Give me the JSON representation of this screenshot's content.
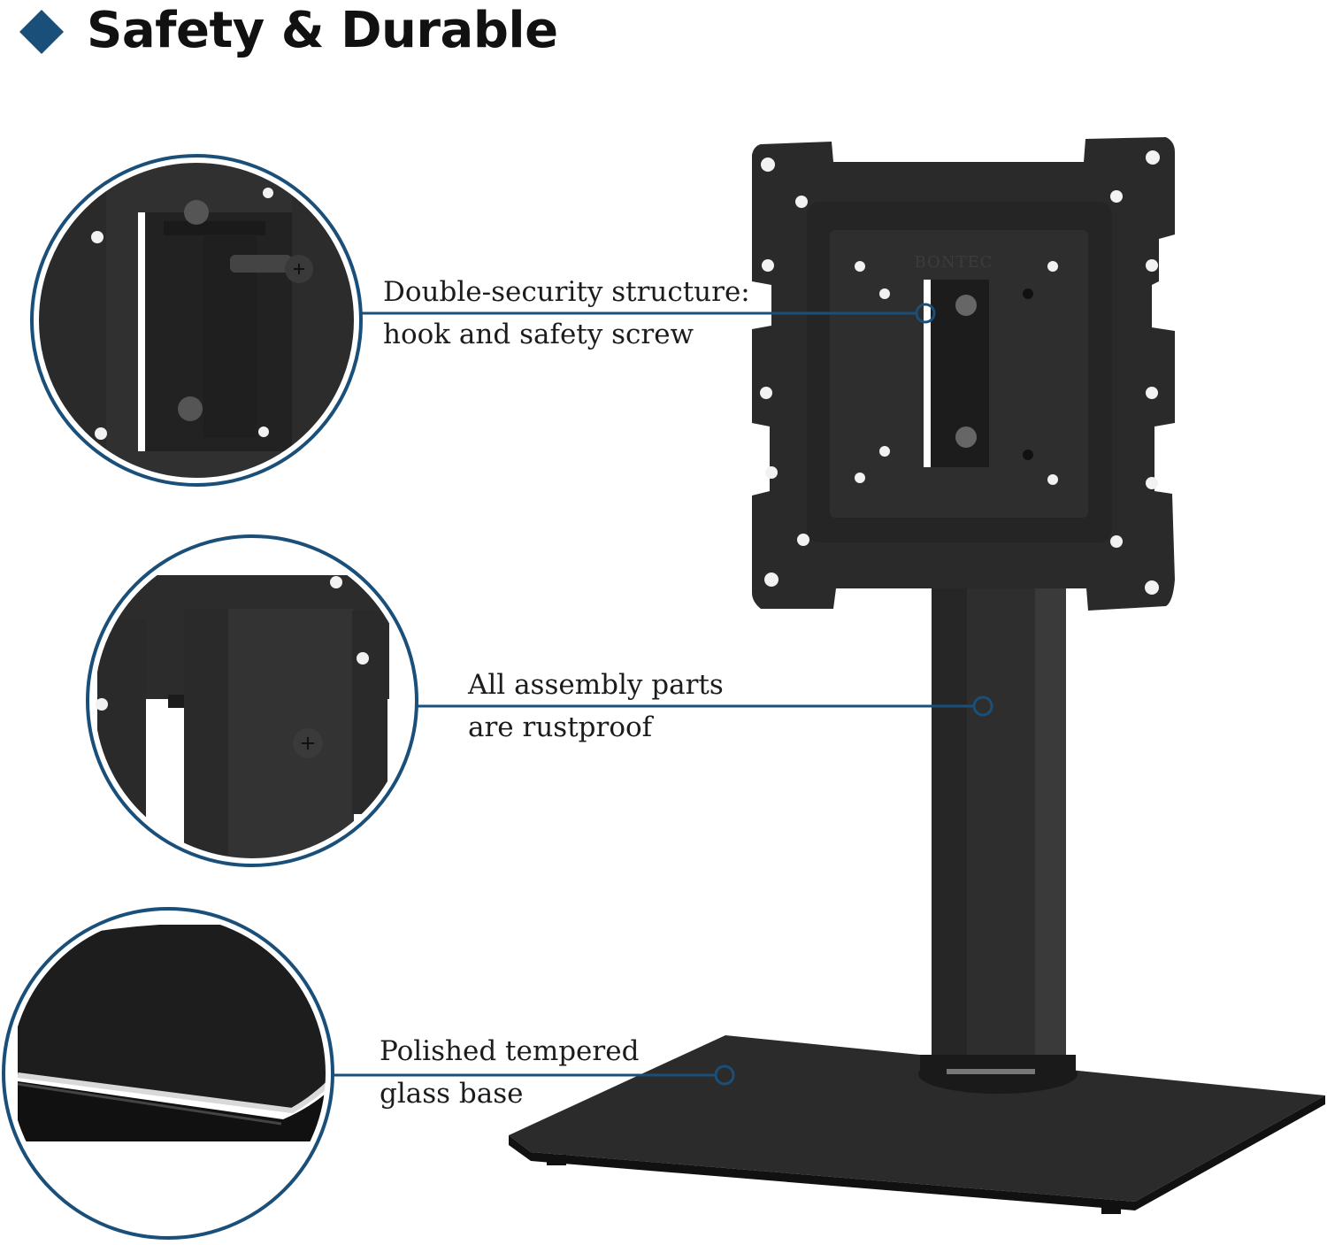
{
  "header": {
    "title": "Safety & Durable"
  },
  "callouts": [
    {
      "line1": "Double-security structure:",
      "line2": "hook and safety screw"
    },
    {
      "line1": "All assembly parts",
      "line2": "are rustproof"
    },
    {
      "line1": "Polished tempered",
      "line2": "glass base"
    }
  ],
  "product": {
    "brand_mark": "BONTEC"
  },
  "colors": {
    "accent": "#1a4f7a",
    "product": "#2b2b2b",
    "text": "#1c1c1c"
  },
  "icons": {
    "title_marker": "diamond-icon"
  }
}
